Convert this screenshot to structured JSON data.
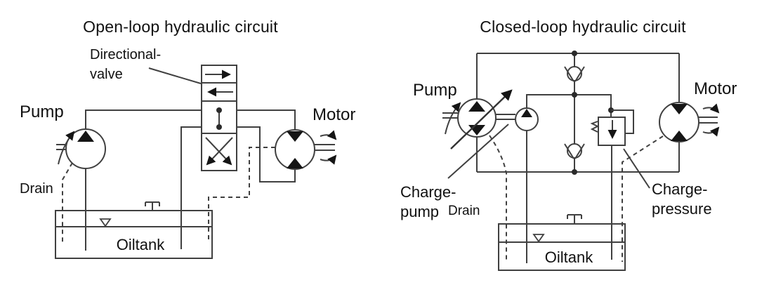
{
  "colors": {
    "background": "#ffffff",
    "line": "#404040",
    "symbol_fill": "#151515",
    "text": "#111111"
  },
  "diagrams": {
    "open_loop": {
      "title": "Open-loop hydraulic circuit",
      "labels": {
        "directional_valve_line1": "Directional-",
        "directional_valve_line2": "valve",
        "pump": "Pump",
        "motor": "Motor",
        "drain": "Drain",
        "oiltank": "Oiltank"
      }
    },
    "closed_loop": {
      "title": "Closed-loop hydraulic circuit",
      "labels": {
        "pump": "Pump",
        "motor": "Motor",
        "charge_pump_line1": "Charge-",
        "charge_pump_line2": "pump",
        "drain": "Drain",
        "charge_pressure_line1": "Charge-",
        "charge_pressure_line2": "pressure",
        "oiltank": "Oiltank"
      }
    }
  }
}
